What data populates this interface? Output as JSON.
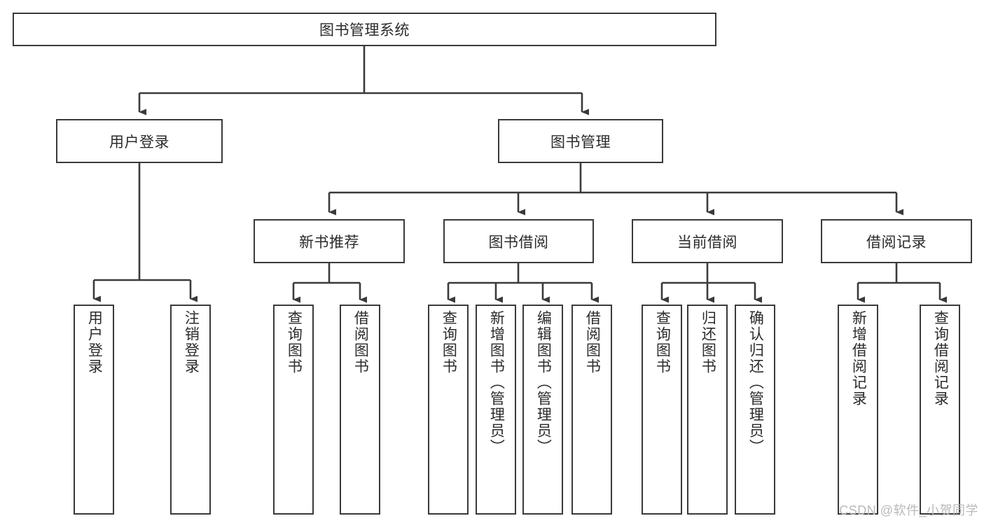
{
  "diagram": {
    "title": "图书管理系统",
    "type": "功能结构图",
    "line_color": "#3a3a3a",
    "box_fill": "#ffffff",
    "text_color": "#2b2b2b"
  },
  "root": {
    "label": "图书管理系统"
  },
  "level2": [
    {
      "label": "用户登录"
    },
    {
      "label": "图书管理"
    }
  ],
  "level3": [
    {
      "label": "新书推荐"
    },
    {
      "label": "图书借阅"
    },
    {
      "label": "当前借阅"
    },
    {
      "label": "借阅记录"
    }
  ],
  "leaves": {
    "user_login": [
      {
        "label": "用户登录"
      },
      {
        "label": "注销登录"
      }
    ],
    "new_book_recommend": [
      {
        "label": "查询图书"
      },
      {
        "label": "借阅图书"
      }
    ],
    "book_borrow": [
      {
        "label": "查询图书"
      },
      {
        "label": "新增图书（管理员）"
      },
      {
        "label": "编辑图书（管理员）"
      },
      {
        "label": "借阅图书"
      }
    ],
    "current_borrow": [
      {
        "label": "查询图书"
      },
      {
        "label": "归还图书"
      },
      {
        "label": "确认归还（管理员）"
      }
    ],
    "borrow_record": [
      {
        "label": "新增借阅记录"
      },
      {
        "label": "查询借阅记录"
      }
    ]
  },
  "watermark": {
    "text": "CSDN @软件_小贺同学"
  }
}
